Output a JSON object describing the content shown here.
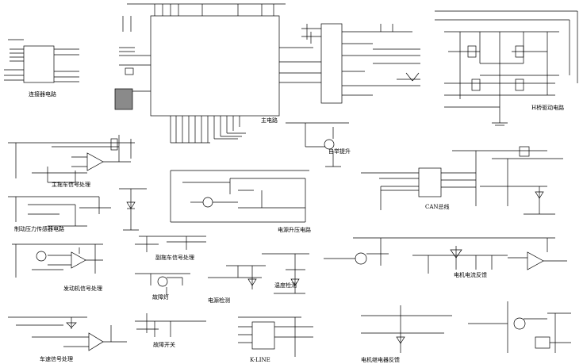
{
  "schematic": {
    "labels": {
      "connector": "连接器电路",
      "main_circuit": "主电路",
      "hbridge": "H桥驱动电路",
      "boost": "自举提升",
      "main_sensor": "主拖车信号处理",
      "pressure_sensor": "制动压力传感器电路",
      "supply_boost": "电源升压电路",
      "can_bus": "CAN总线",
      "secondary_sensor": "副拖车信号处理",
      "engine_signal": "发动机信号处理",
      "fault_lamp": "故障灯",
      "power_detect": "电源检测",
      "temp_detect": "温度检测",
      "motor_current": "电机电流反馈",
      "fault_switch": "故障开关",
      "speed_signal": "车速信号处理",
      "kline": "K-LINE",
      "relay_feedback": "电机继电器反馈"
    }
  }
}
